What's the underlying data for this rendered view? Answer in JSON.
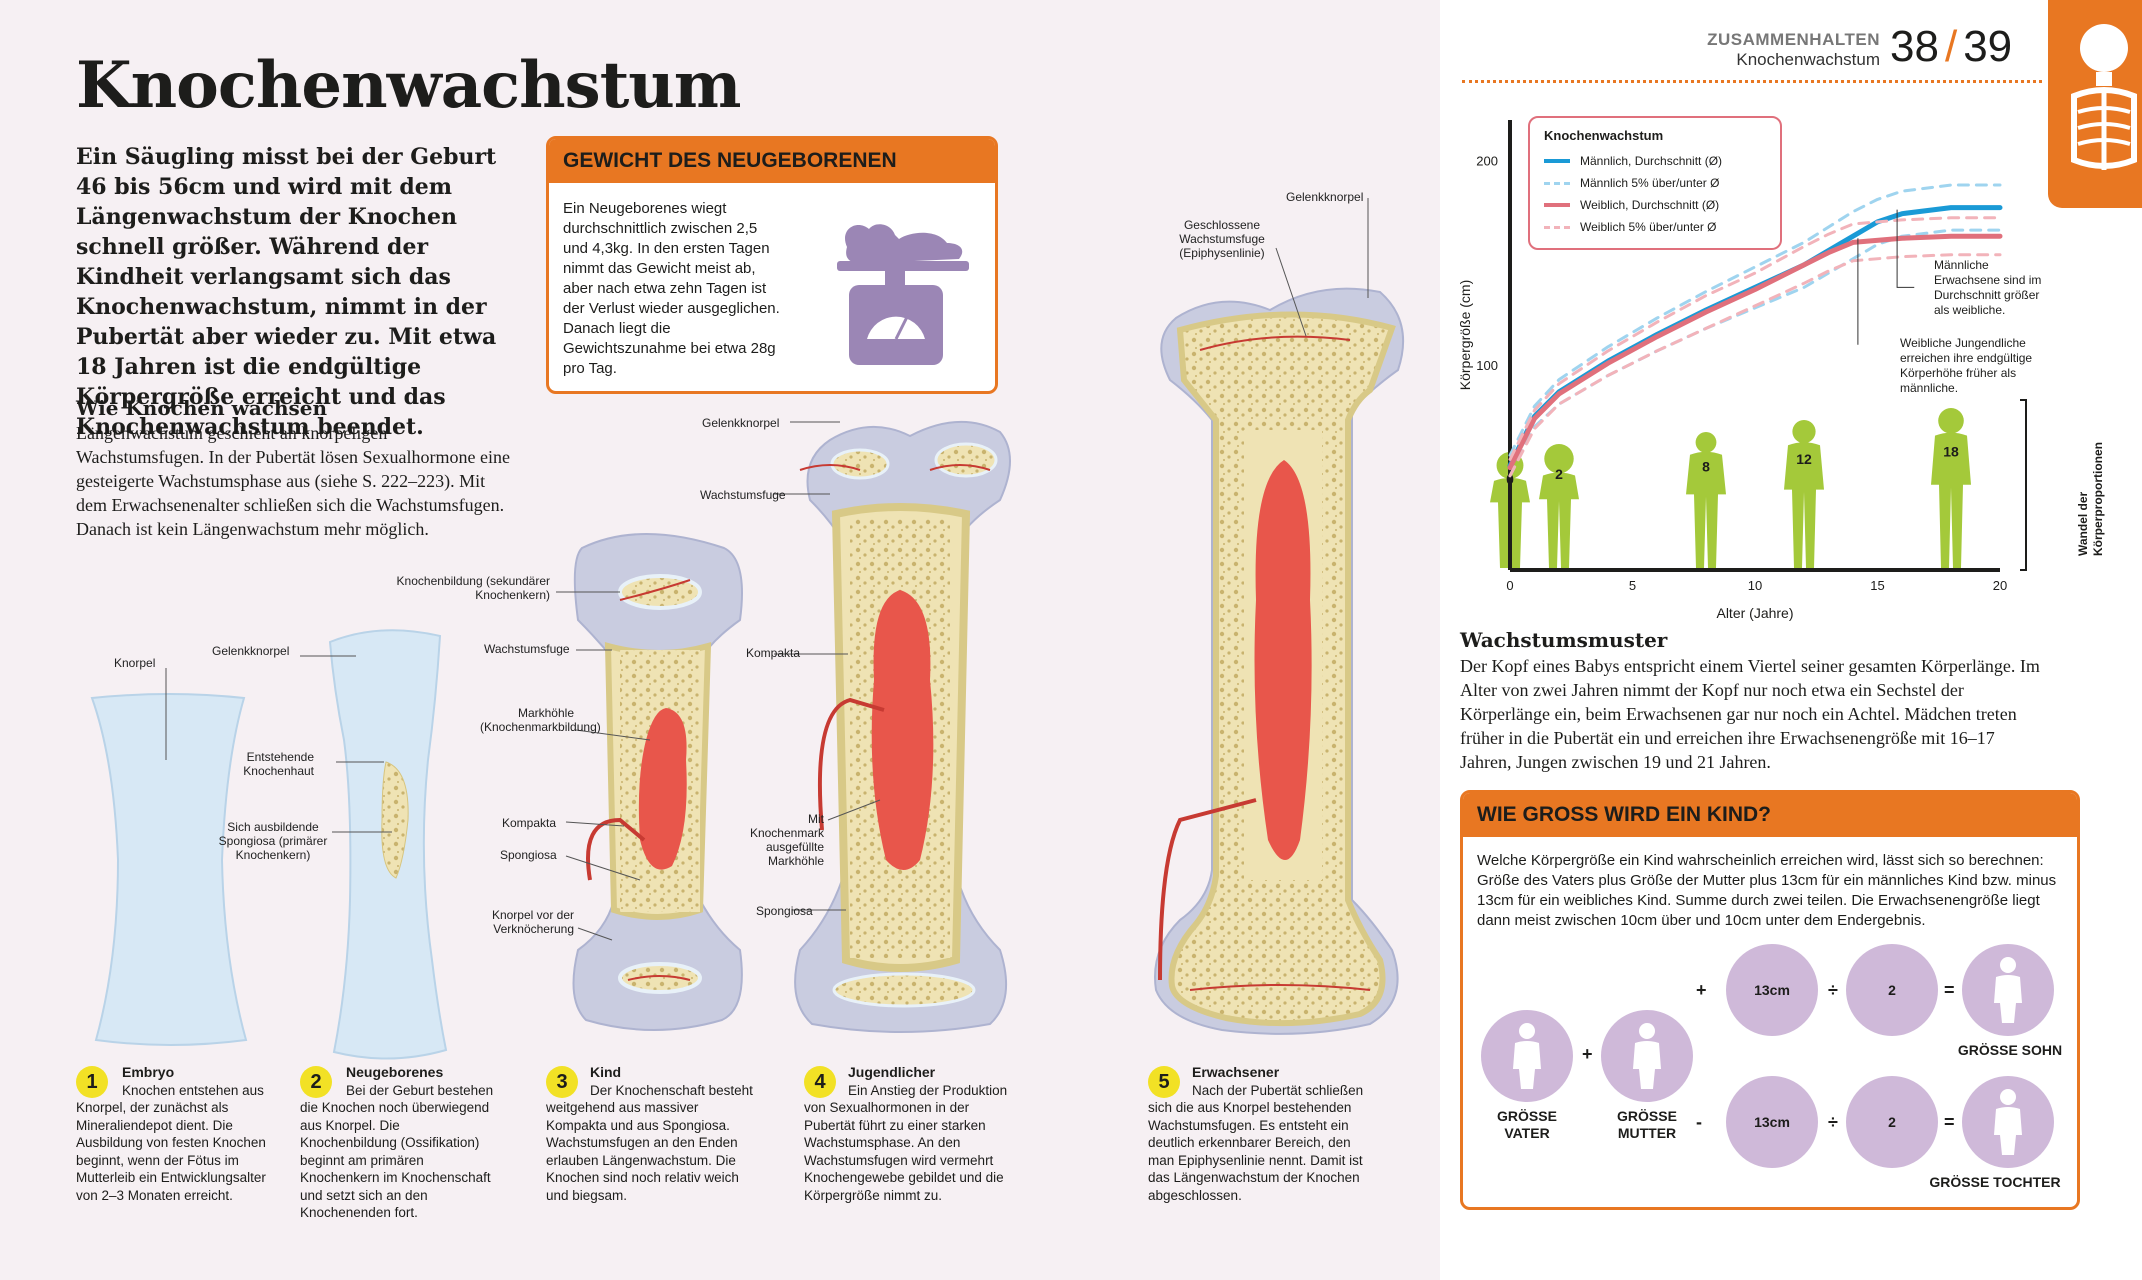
{
  "title": "Knochenwachstum",
  "intro": "Ein Säugling misst bei der Geburt 46 bis 56cm und wird mit dem Längenwachstum der Knochen schnell größer. Während der Kindheit verlangsamt sich das Knochenwachstum, nimmt in der Pubertät aber wieder zu. Mit etwa 18 Jahren ist die endgültige Körpergröße erreicht und das Knochenwachstum beendet.",
  "how": {
    "heading": "Wie Knochen wachsen",
    "text": "Längenwachstum geschieht an knorpeligen Wachstumsfugen. In der Pubertät lösen Sexualhormone eine gesteigerte Wachstumsphase aus (siehe S. 222–223). Mit dem Erwachsenenalter schließen sich die Wachstumsfugen. Danach ist kein Längenwachstum mehr möglich."
  },
  "weight_box": {
    "heading": "GEWICHT DES NEUGEBORENEN",
    "text": "Ein Neugeborenes wiegt durchschnittlich zwischen 2,5 und 4,3kg. In den ersten Tagen nimmt das Gewicht meist ab, aber nach etwa zehn Tagen ist der Verlust wieder ausgeglichen. Danach liegt die Gewichtszunahme bei etwa 28g pro Tag."
  },
  "labels": {
    "knorpel": "Knorpel",
    "gelenkknorpel1": "Gelenkknorpel",
    "entstehende": "Entstehende Knochenhaut",
    "spongiosa_primaer": "Sich ausbildende Spongiosa (primärer Knochenkern)",
    "knochenbildung": "Knochenbildung (sekundärer Knochenkern)",
    "wachstumsfuge1": "Wachstumsfuge",
    "markhoehle": "Markhöhle (Knochenmarkbildung)",
    "kompakta1": "Kompakta",
    "spongiosa1": "Spongiosa",
    "knorpel_vor": "Knorpel vor der Verknöcherung",
    "gelenkknorpel2": "Gelenkknorpel",
    "wachstumsfuge2": "Wachstumsfuge",
    "kompakta2": "Kompakta",
    "mark_ausgefuellt": "Mit Knochenmark ausgefüllte Markhöhle",
    "spongiosa2": "Spongiosa",
    "geschlossene": "Geschlossene Wachstumsfuge (Epiphysenlinie)",
    "gelenkknorpel3": "Gelenkknorpel"
  },
  "stages": [
    {
      "num": "1",
      "name": "Embryo",
      "text": "Knochen entstehen aus Knorpel, der zunächst als Mineraliendepot dient. Die Ausbildung von festen Knochen beginnt, wenn der Fötus im Mutterleib ein Entwicklungsalter von 2–3 Monaten erreicht."
    },
    {
      "num": "2",
      "name": "Neugeborenes",
      "text": "Bei der Geburt bestehen die Knochen noch überwiegend aus Knorpel. Die Knochenbildung (Ossifikation) beginnt am primären Knochenkern im Knochenschaft und setzt sich an den Knochenenden fort."
    },
    {
      "num": "3",
      "name": "Kind",
      "text": "Der Knochenschaft besteht weitgehend aus massiver Kompakta und aus Spongiosa. Wachstumsfugen an den Enden erlauben Längenwachstum. Die Knochen sind noch relativ weich und biegsam."
    },
    {
      "num": "4",
      "name": "Jugendlicher",
      "text": "Ein Anstieg der Produktion von Sexualhormonen in der Pubertät führt zu einer starken Wachstumsphase. An den Wachstumsfugen wird vermehrt Knochengewebe gebildet und die Körpergröße nimmt zu."
    },
    {
      "num": "5",
      "name": "Erwachsener",
      "text": "Nach der Pubertät schließen sich die aus Knorpel bestehenden Wachstumsfugen. Es entsteht ein deutlich erkennbarer Bereich, den man Epiphysenlinie nennt. Damit ist das Längenwachstum der Knochen abgeschlossen."
    }
  ],
  "header": {
    "section": "ZUSAMMENHALTEN",
    "sub": "Knochenwachstum",
    "page_a": "38",
    "slash": "/",
    "page_b": "39"
  },
  "chart_data": {
    "type": "line",
    "title": "Knochenwachstum",
    "xlabel": "Alter (Jahre)",
    "ylabel": "Körpergröße (cm)",
    "xlim": [
      0,
      20
    ],
    "ylim": [
      0,
      210
    ],
    "x_ticks": [
      "0",
      "5",
      "10",
      "15",
      "20"
    ],
    "y_ticks": [
      "100",
      "200"
    ],
    "series": [
      {
        "name": "Männlich, Durchschnitt (Ø)",
        "x": [
          0,
          1,
          2,
          4,
          6,
          8,
          10,
          12,
          14,
          15,
          16,
          18,
          20
        ],
        "y": [
          51,
          75,
          87,
          102,
          115,
          127,
          138,
          149,
          163,
          170,
          174,
          177,
          177
        ],
        "color": "#1a9ad6",
        "dashed": false
      },
      {
        "name": "Männlich 5% über/unter Ø",
        "x": [
          0,
          1,
          2,
          4,
          6,
          8,
          10,
          12,
          14,
          15,
          16,
          18,
          20
        ],
        "y": [
          56,
          80,
          93,
          109,
          123,
          136,
          148,
          160,
          175,
          181,
          185,
          188,
          188
        ],
        "color": "#9fd4ef",
        "dashed": true
      },
      {
        "name": "Männlich 5% über/unter Ø",
        "x": [
          0,
          1,
          2,
          4,
          6,
          8,
          10,
          12,
          14,
          15,
          16,
          18,
          20
        ],
        "y": [
          46,
          70,
          81,
          95,
          107,
          118,
          128,
          138,
          152,
          159,
          163,
          166,
          166
        ],
        "color": "#9fd4ef",
        "dashed": true
      },
      {
        "name": "Weiblich, Durchschnitt (Ø)",
        "x": [
          0,
          1,
          2,
          4,
          6,
          8,
          10,
          12,
          13,
          14,
          16,
          18,
          20
        ],
        "y": [
          50,
          74,
          86,
          101,
          114,
          126,
          137,
          149,
          155,
          160,
          162,
          163,
          163
        ],
        "color": "#e0707c",
        "dashed": false
      },
      {
        "name": "Weiblich 5% über/unter Ø",
        "x": [
          0,
          1,
          2,
          4,
          6,
          8,
          10,
          12,
          13,
          14,
          16,
          18,
          20
        ],
        "y": [
          54,
          78,
          91,
          107,
          121,
          134,
          145,
          158,
          164,
          169,
          171,
          172,
          172
        ],
        "color": "#f2b3ba",
        "dashed": true
      },
      {
        "name": "Weiblich 5% über/unter Ø",
        "x": [
          0,
          1,
          2,
          4,
          6,
          8,
          10,
          12,
          13,
          14,
          16,
          18,
          20
        ],
        "y": [
          46,
          69,
          81,
          95,
          107,
          118,
          129,
          140,
          146,
          151,
          153,
          154,
          154
        ],
        "color": "#f2b3ba",
        "dashed": true
      }
    ],
    "legend": [
      {
        "label": "Männlich, Durchschnitt (Ø)",
        "color": "#1a9ad6",
        "dashed": false
      },
      {
        "label": "Männlich 5% über/unter Ø",
        "color": "#9fd4ef",
        "dashed": true
      },
      {
        "label": "Weiblich, Durchschnitt (Ø)",
        "color": "#e0707c",
        "dashed": false
      },
      {
        "label": "Weiblich 5% über/unter Ø",
        "color": "#f2b3ba",
        "dashed": true
      }
    ],
    "annotations": [
      "Männliche Erwachsene sind im Durchschnitt größer als weibliche.",
      "Weibliche Jungendliche erreichen ihre endgültige Körperhöhe früher als männliche."
    ],
    "figures": [
      {
        "age": "0",
        "x": 0
      },
      {
        "age": "2",
        "x": 2
      },
      {
        "age": "8",
        "x": 8
      },
      {
        "age": "12",
        "x": 12
      },
      {
        "age": "18",
        "x": 18
      }
    ],
    "side_label": "Wandel der Körperproportionen"
  },
  "pattern": {
    "heading": "Wachstumsmuster",
    "text": "Der Kopf eines Babys entspricht einem Viertel seiner gesamten Körperlänge. Im Alter von zwei Jahren nimmt der Kopf nur noch etwa ein Sechstel der Körperlänge ein, beim Erwachsenen gar nur noch ein Achtel. Mädchen treten früher in die Pubertät ein und erreichen ihre Erwachsenengröße mit 16–17 Jahren, Jungen zwischen 19 und 21 Jahren."
  },
  "kid_box": {
    "heading": "WIE GROSS WIRD EIN KIND?",
    "text": "Welche Körpergröße ein Kind wahrscheinlich erreichen wird, lässt sich so berechnen: Größe des Vaters plus Größe der Mutter plus 13cm für ein männliches Kind bzw. minus 13cm für ein weibliches Kind. Summe durch zwei teilen. Die Erwachsenengröße liegt dann meist zwischen 10cm über und 10cm unter dem Endergebnis.",
    "father": "GRÖSSE VATER",
    "mother": "GRÖSSE MUTTER",
    "plus": "+",
    "minus": "-",
    "divide": "÷",
    "equals": "=",
    "cm13": "13cm",
    "two": "2",
    "son": "GRÖSSE SOHN",
    "daughter": "GRÖSSE TOCHTER"
  },
  "colors": {
    "accent": "#e87722",
    "male": "#1a9ad6",
    "female": "#e0707c",
    "figure": "#a4c93a",
    "circle": "#cfb9d9",
    "scale": "#9b86b5"
  }
}
